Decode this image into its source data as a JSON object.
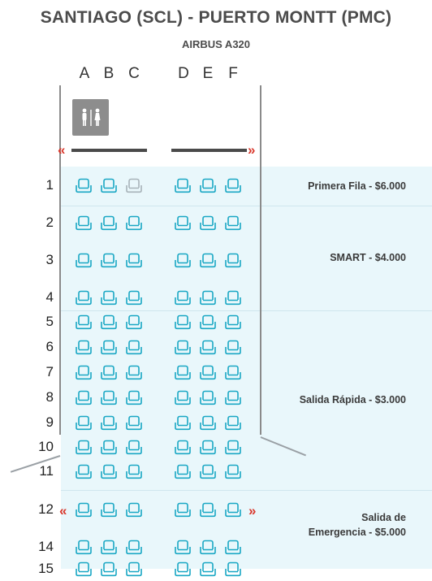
{
  "header": {
    "route": "SANTIAGO (SCL) - PUERTO MONTT (PMC)",
    "aircraft": "AIRBUS A320"
  },
  "columns": [
    "A",
    "B",
    "C",
    "D",
    "E",
    "F"
  ],
  "icons": {
    "lavatory": "lavatory-icon",
    "exit": "exit-arrow-icon",
    "seat": "seat-icon"
  },
  "colors": {
    "seat_available": "#19a7c4",
    "seat_occupied": "#a8b3b9",
    "exit": "#d9372b",
    "cabin_band": "#e9f7fb"
  },
  "rows": [
    {
      "number": "1",
      "seats": [
        "available",
        "available",
        "occupied",
        "available",
        "available",
        "available"
      ]
    },
    {
      "number": "2",
      "seats": [
        "available",
        "available",
        "available",
        "available",
        "available",
        "available"
      ]
    },
    {
      "number": "3",
      "seats": [
        "available",
        "available",
        "available",
        "available",
        "available",
        "available"
      ]
    },
    {
      "number": "4",
      "seats": [
        "available",
        "available",
        "available",
        "available",
        "available",
        "available"
      ]
    },
    {
      "number": "5",
      "seats": [
        "available",
        "available",
        "available",
        "available",
        "available",
        "available"
      ]
    },
    {
      "number": "6",
      "seats": [
        "available",
        "available",
        "available",
        "available",
        "available",
        "available"
      ]
    },
    {
      "number": "7",
      "seats": [
        "available",
        "available",
        "available",
        "available",
        "available",
        "available"
      ]
    },
    {
      "number": "8",
      "seats": [
        "available",
        "available",
        "available",
        "available",
        "available",
        "available"
      ]
    },
    {
      "number": "9",
      "seats": [
        "available",
        "available",
        "available",
        "available",
        "available",
        "available"
      ]
    },
    {
      "number": "10",
      "seats": [
        "available",
        "available",
        "available",
        "available",
        "available",
        "available"
      ]
    },
    {
      "number": "11",
      "seats": [
        "available",
        "available",
        "available",
        "available",
        "available",
        "available"
      ]
    },
    {
      "number": "12",
      "seats": [
        "available",
        "available",
        "available",
        "available",
        "available",
        "available"
      ]
    },
    {
      "number": "14",
      "seats": [
        "available",
        "available",
        "available",
        "available",
        "available",
        "available"
      ]
    },
    {
      "number": "15",
      "seats": [
        "available",
        "available",
        "available",
        "available",
        "available",
        "available"
      ]
    }
  ],
  "price_zones": [
    {
      "label": "Primera Fila - $6.000"
    },
    {
      "label": "SMART - $4.000"
    },
    {
      "label": "Salida Rápida - $3.000"
    },
    {
      "label_line1": "Salida de",
      "label_line2": "Emergencia - $5.000"
    }
  ]
}
